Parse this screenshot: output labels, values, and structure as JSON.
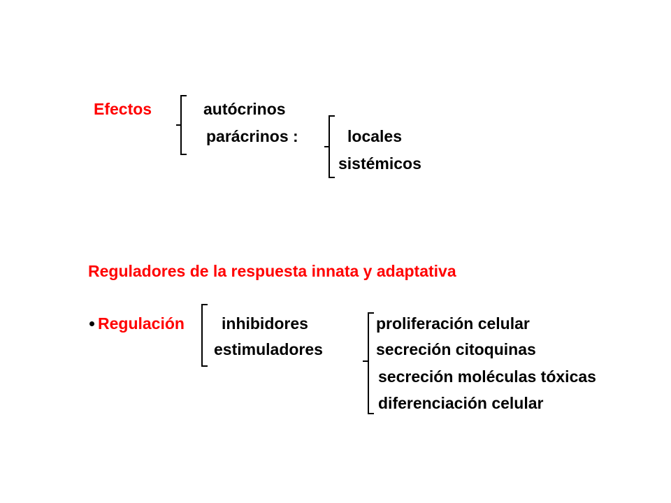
{
  "efectos": {
    "label": "Efectos",
    "items": [
      "autócrinos",
      "parácrinos :"
    ],
    "sub_items": [
      "locales",
      "sistémicos"
    ]
  },
  "reguladores": {
    "title": "Reguladores de la respuesta innata y adaptativa",
    "regulacion": {
      "label": "Regulación",
      "types": [
        "inhibidores",
        "estimuladores"
      ],
      "targets": [
        "proliferación celular",
        "secreción citoquinas",
        "secreción moléculas tóxicas",
        "diferenciación celular"
      ]
    }
  },
  "colors": {
    "accent": "#ff0000",
    "text": "#000000",
    "background": "#ffffff"
  }
}
